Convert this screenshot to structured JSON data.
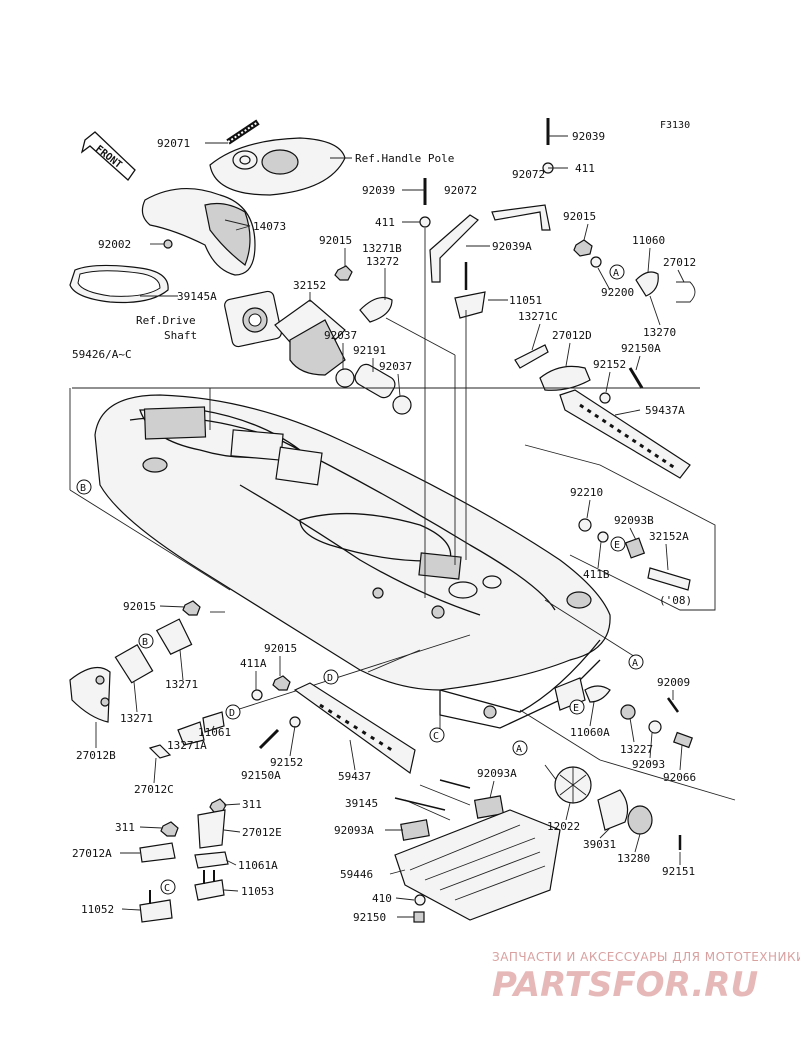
{
  "figure_code": "F3130",
  "front_arrow_text": "FRONT",
  "labels": {
    "l92071": "92071",
    "ref_handle_pole": "Ref.Handle Pole",
    "l92039_a": "92039",
    "l411_a": "411",
    "l92039_b": "92039",
    "l92072_a": "92072",
    "l14073": "14073",
    "l411_b": "411",
    "l92072_b": "92072",
    "l92015_a": "92015",
    "l92002": "92002",
    "l92015_b": "92015",
    "l13271b": "13271B",
    "l13272": "13272",
    "l11060": "11060",
    "l27012": "27012",
    "l92039a": "92039A",
    "l39145a": "39145A",
    "l32152": "32152",
    "l11051": "11051",
    "l92200": "92200",
    "ref_drive_shaft_1": "Ref.Drive",
    "ref_drive_shaft_2": "Shaft",
    "l13270": "13270",
    "l13271c": "13271C",
    "l27012d": "27012D",
    "l92037_a": "92037",
    "l92191": "92191",
    "l92150a_a": "92150A",
    "l59426": "59426/A~C",
    "l92037_b": "92037",
    "l92152_a": "92152",
    "l59437a": "59437A",
    "l92210": "92210",
    "l92093b": "92093B",
    "l32152a": "32152A",
    "l411b": "411B",
    "l08": "('08)",
    "l92015_c": "92015",
    "l92015_d": "92015",
    "l13271_a": "13271",
    "l411a": "411A",
    "l13271_b": "13271",
    "l92009": "92009",
    "l11061": "11061",
    "l11060a": "11060A",
    "l13271a": "13271A",
    "l92152_b": "92152",
    "l27012b": "27012B",
    "l13227": "13227",
    "l92150a_b": "92150A",
    "l27012c": "27012C",
    "l59437": "59437",
    "l92093": "92093",
    "l92066": "92066",
    "l92093a_a": "92093A",
    "l311_a": "311",
    "l39145": "39145",
    "l12022": "12022",
    "l311_b": "311",
    "l27012e": "27012E",
    "l92093a_b": "92093A",
    "l39031": "39031",
    "l13280": "13280",
    "l27012a": "27012A",
    "l11061a": "11061A",
    "l59446": "59446",
    "l92151": "92151",
    "l11053": "11053",
    "l410": "410",
    "l11052": "11052",
    "l92150": "92150"
  },
  "callouts": {
    "a1": "A",
    "a2": "A",
    "a3": "A",
    "b1": "B",
    "b2": "B",
    "c1": "C",
    "c2": "C",
    "d1": "D",
    "d2": "D",
    "e1": "E",
    "e2": "E"
  },
  "watermark": {
    "tagline": "ЗАПЧАСТИ И АКСЕССУАРЫ ДЛЯ МОТОТЕХНИКИ",
    "brand": "PARTSFOR.RU"
  }
}
